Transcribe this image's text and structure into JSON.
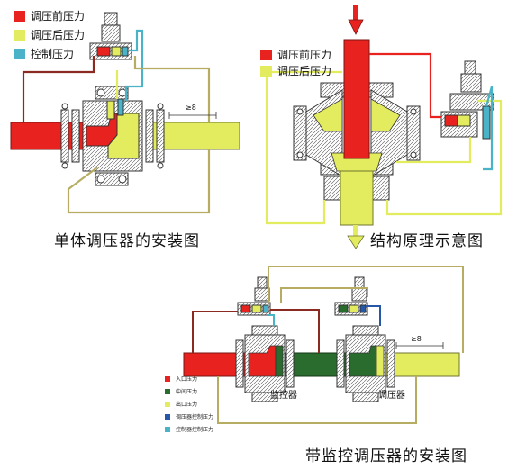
{
  "colors": {
    "red": "#e8231f",
    "yellow": "#e3ec5f",
    "cyan": "#4ab3c7",
    "darkred": "#8c2a22",
    "green": "#2a6b2e",
    "blue": "#2758a8",
    "olive": "#b6ad63"
  },
  "diagram1": {
    "legend": [
      {
        "label": "调压前压力",
        "color": "#e8231f"
      },
      {
        "label": "调压后压力",
        "color": "#e3ec5f"
      },
      {
        "label": "控制压力",
        "color": "#4ab3c7"
      }
    ],
    "dim_mark": "≥8",
    "caption": "单体调压器的安装图"
  },
  "diagram2": {
    "legend": [
      {
        "label": "调压前压力",
        "color": "#e8231f"
      },
      {
        "label": "调压后压力",
        "color": "#e3ec5f"
      }
    ],
    "caption": "结构原理示意图"
  },
  "diagram3": {
    "legend": [
      {
        "label": "入口压力",
        "color": "#e8231f"
      },
      {
        "label": "中间压力",
        "color": "#2a6b2e"
      },
      {
        "label": "出口压力",
        "color": "#e3ec5f"
      },
      {
        "label": "调压器控制压力",
        "color": "#2758a8"
      },
      {
        "label": "控制器控制压力",
        "color": "#4ab3c7"
      }
    ],
    "monitor_label": "监控器",
    "regulator_label": "调压器",
    "dim_mark": "≥8",
    "caption": "带监控调压器的安装图"
  }
}
